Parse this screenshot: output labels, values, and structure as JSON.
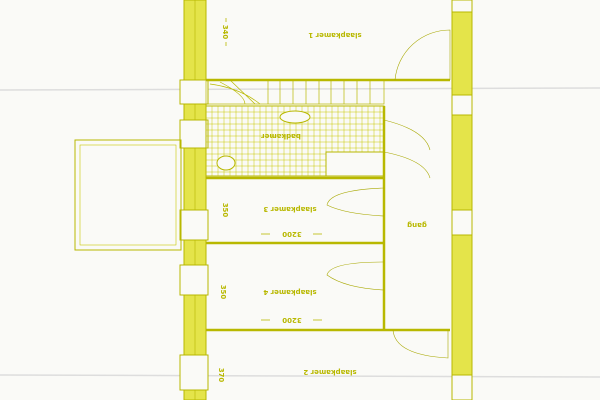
{
  "rooms": {
    "slaapkamer1": "slaapkamer 1",
    "badkamer": "badkamer",
    "slaapkamer3": "slaapkamer 3",
    "slaapkamer4": "slaapkamer 4",
    "slaapkamer2": "slaapkamer 2",
    "gang": "gang"
  },
  "dimensions": {
    "height_slaapkamer1": "340",
    "height_slaapkamer3": "350",
    "height_slaapkamer4": "350",
    "height_slaapkamer2": "370",
    "width_slaapkamer3": "3200",
    "width_slaapkamer4": "3200"
  },
  "colors": {
    "line": "#c8c800",
    "wall": "#e4e44a",
    "paper": "#fafaf7"
  }
}
